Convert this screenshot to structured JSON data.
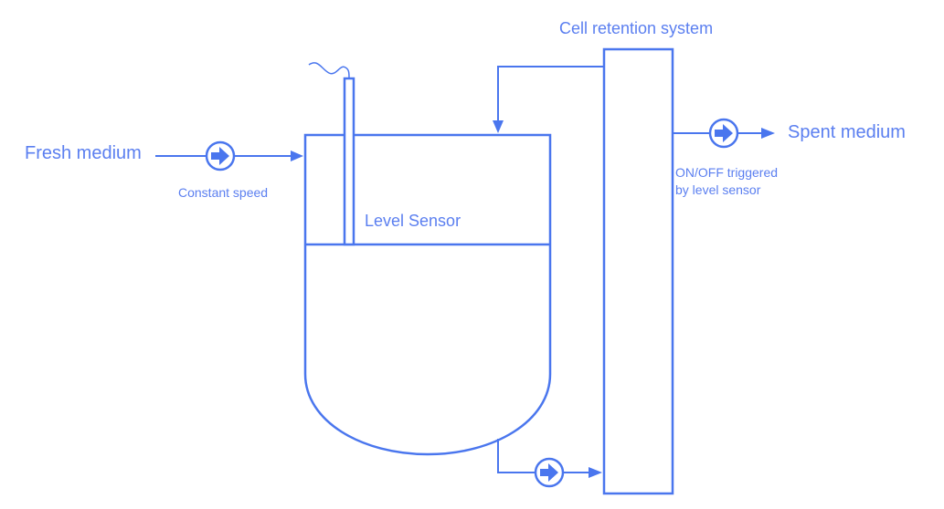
{
  "diagram": {
    "title": "Perfusion bioreactor with cell retention system",
    "colors": {
      "stroke": "#4a76ee",
      "text": "#5b7ff0",
      "background": "#ffffff"
    },
    "labels": {
      "fresh_medium": "Fresh medium",
      "constant_speed": "Constant speed",
      "level_sensor": "Level Sensor",
      "cell_retention": "Cell retention system",
      "spent_medium": "Spent medium",
      "onoff_line1": "ON/OFF triggered",
      "onoff_line2": "by level sensor"
    },
    "components": [
      {
        "id": "feed-pump",
        "type": "pump",
        "note": "Constant speed"
      },
      {
        "id": "bioreactor",
        "type": "vessel"
      },
      {
        "id": "level-sensor",
        "type": "sensor"
      },
      {
        "id": "recirculation-pump",
        "type": "pump"
      },
      {
        "id": "cell-retention-system",
        "type": "filter"
      },
      {
        "id": "harvest-pump",
        "type": "pump",
        "note": "ON/OFF triggered by level sensor"
      }
    ],
    "flows": [
      {
        "from": "Fresh medium",
        "to": "bioreactor",
        "via": "feed-pump"
      },
      {
        "from": "bioreactor",
        "to": "cell-retention-system",
        "via": "recirculation-pump"
      },
      {
        "from": "cell-retention-system",
        "to": "bioreactor",
        "note": "retentate return"
      },
      {
        "from": "cell-retention-system",
        "to": "Spent medium",
        "via": "harvest-pump"
      }
    ]
  }
}
